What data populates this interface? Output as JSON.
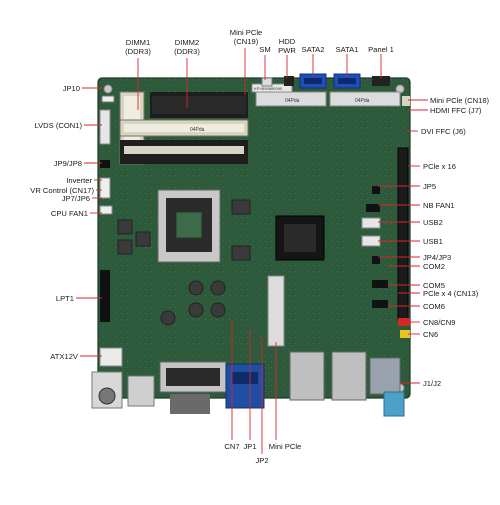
{
  "labels": {
    "dimm1": "DIMM1",
    "dimm1_sub": "(DDR3)",
    "dimm2": "DIMM2",
    "dimm2_sub": "(DDR3)",
    "mini_pcie_top": "Mini PCle",
    "mini_pcie_top_sub": "(CN19)",
    "sm": "SM",
    "hdd_pwr": "HDD",
    "hdd_pwr_sub": "PWR",
    "sata2": "SATA2",
    "sata1": "SATA1",
    "panel1": "Panel 1",
    "jp10": "JP10",
    "lvds": "LVDS (CON1)",
    "jp9_jp8": "JP9/JP8",
    "inverter": "Inverter",
    "vr_control": "VR Control (CN17)",
    "jp7_jp6": "JP7/JP6",
    "cpu_fan1": "CPU FAN1",
    "lpt1": "LPT1",
    "atx12v": "ATX12V",
    "mini_pcie_cn18": "Mini PCle (CN18)",
    "hdmi_ffc": "HDMI FFC (J7)",
    "dvi_ffc": "DVI FFC (J6)",
    "pcie_x16": "PCle x 16",
    "jp5": "JP5",
    "nb_fan1": "NB FAN1",
    "usb2": "USB2",
    "usb1": "USB1",
    "jp4_jp3": "JP4/JP3",
    "com2": "COM2",
    "com5": "COM5",
    "pcie_x4": "PCle x 4 (CN13)",
    "com6": "COM6",
    "cn8_cn9": "CN8/CN9",
    "cn6": "CN6",
    "j1_j2": "J1/J2",
    "cn7": "CN7",
    "jp1": "JP1",
    "jp2": "JP2",
    "mini_pcie_bottom": "Mini PCle"
  },
  "board_markings": {
    "dimm_top": "04Pda",
    "dimm_bottom": "04Pda",
    "mini_pcie_a": "04Pda",
    "mini_pcie_b": "04Pda",
    "barcode": "KPV890880090"
  },
  "colors": {
    "pcb": "#2e5a3c",
    "pcb_dark": "#22452d",
    "leader_line": "#d9262b",
    "label_text": "#1a1a1a"
  }
}
